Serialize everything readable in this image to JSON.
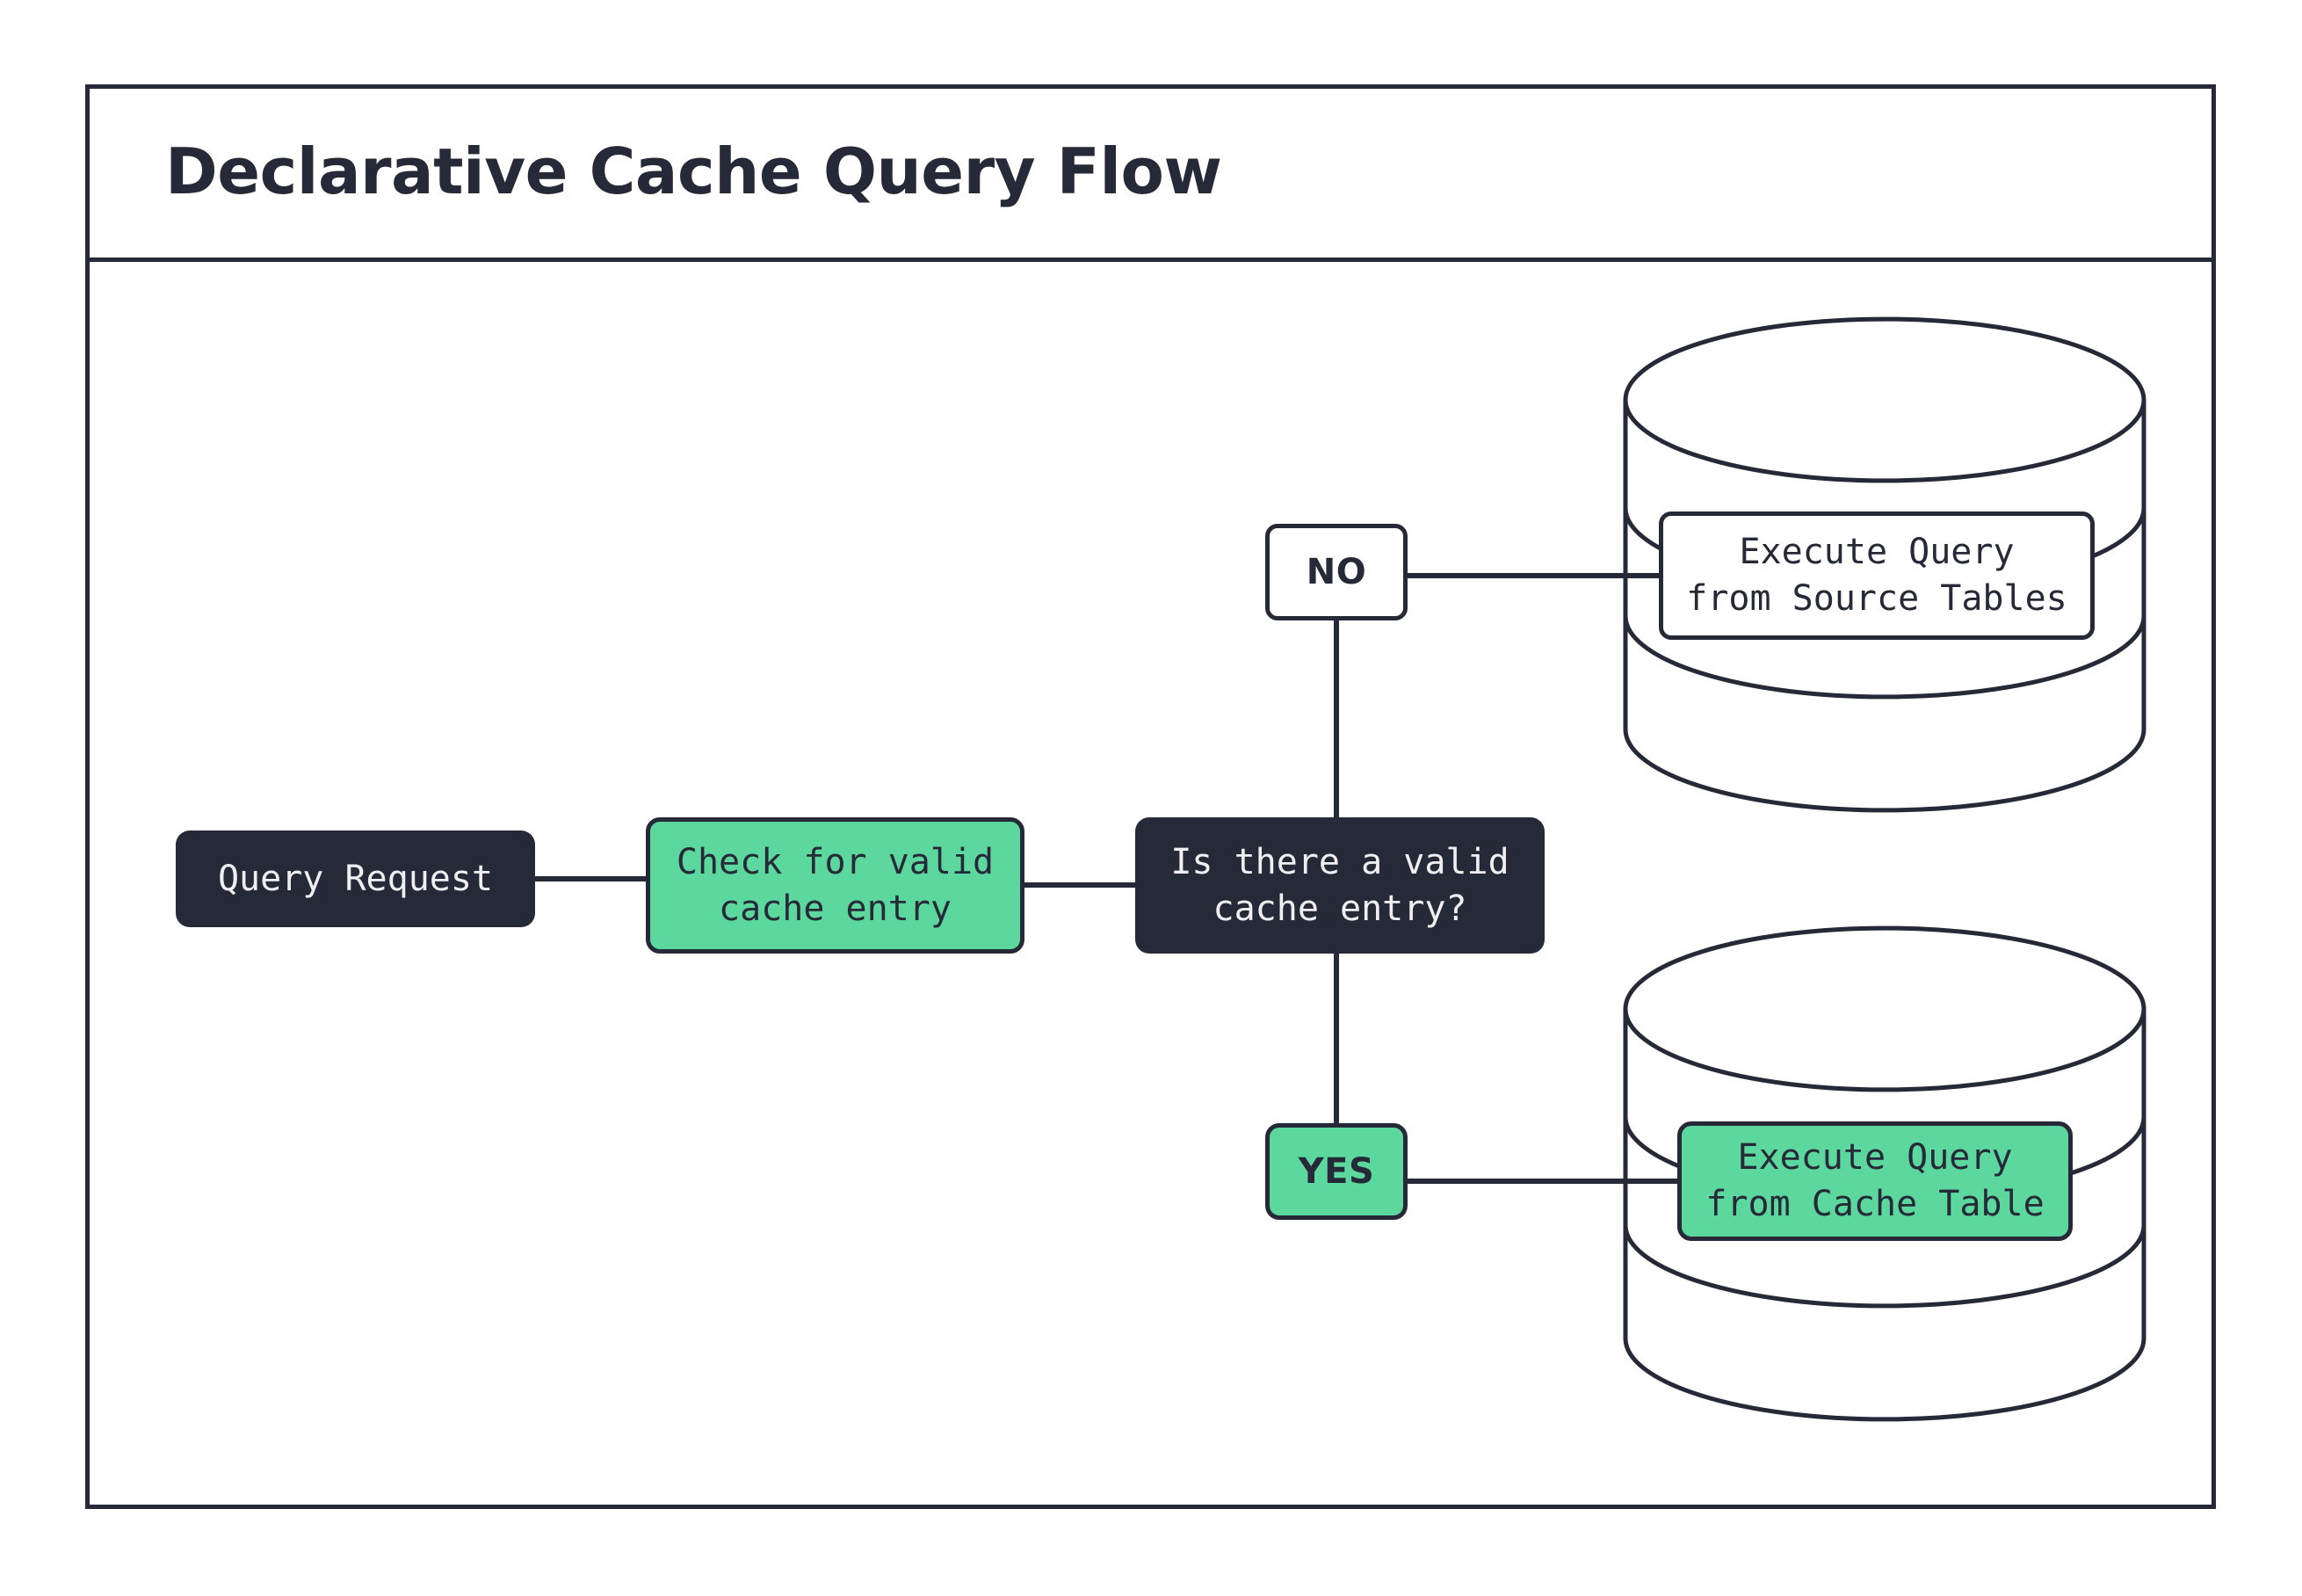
{
  "diagram": {
    "title": "Declarative Cache Query Flow",
    "type": "flowchart",
    "colors": {
      "dark": "#262A38",
      "green": "#5CD79D",
      "white": "#FFFFFF",
      "text_light": "#EFEFF1"
    },
    "nodes": [
      {
        "id": "query-request",
        "label": "Query Request",
        "shape": "rounded-rect",
        "style": "dark"
      },
      {
        "id": "check-cache",
        "label": "Check for valid\ncache entry",
        "shape": "rounded-rect",
        "style": "green"
      },
      {
        "id": "decision",
        "label": "Is there a valid\ncache entry?",
        "shape": "rounded-rect",
        "style": "dark"
      },
      {
        "id": "branch-no",
        "label": "NO",
        "shape": "rounded-rect",
        "style": "white"
      },
      {
        "id": "branch-yes",
        "label": "YES",
        "shape": "rounded-rect",
        "style": "green"
      },
      {
        "id": "exec-source",
        "label": "Execute Query\nfrom Source Tables",
        "shape": "rounded-rect-on-cylinder",
        "style": "white"
      },
      {
        "id": "exec-cache",
        "label": "Execute Query\nfrom Cache Table",
        "shape": "rounded-rect-on-cylinder",
        "style": "green"
      }
    ],
    "cylinders": [
      {
        "id": "source-database",
        "name": "source-tables-database"
      },
      {
        "id": "cache-database",
        "name": "cache-table-database"
      }
    ],
    "edges": [
      {
        "from": "query-request",
        "to": "check-cache"
      },
      {
        "from": "check-cache",
        "to": "decision"
      },
      {
        "from": "decision",
        "to": "branch-no"
      },
      {
        "from": "decision",
        "to": "branch-yes"
      },
      {
        "from": "branch-no",
        "to": "exec-source"
      },
      {
        "from": "branch-yes",
        "to": "exec-cache"
      }
    ]
  }
}
